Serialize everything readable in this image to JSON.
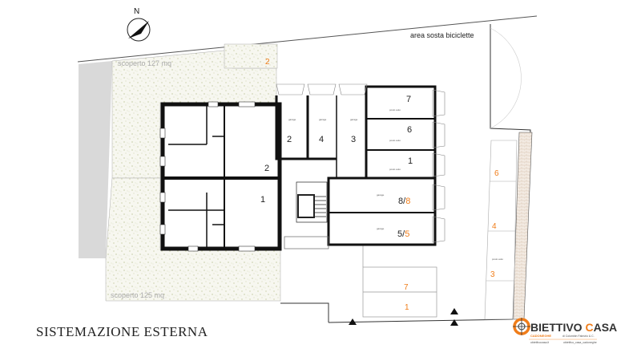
{
  "title": "SISTEMAZIONE ESTERNA",
  "north_label": "N",
  "area_bici": "area sosta biciclette",
  "scoperto_top": "scoperto 127 mq",
  "scoperto_bottom": "scoperto 125 mq",
  "unit_labels": {
    "u1": "1",
    "u2": "2"
  },
  "garages": {
    "g2": "2",
    "g4": "4",
    "g3": "3",
    "g7": "7",
    "g6": "6",
    "g1": "1",
    "g8": "8",
    "g8o": "8",
    "g5": "5",
    "g5o": "5",
    "sep": "/"
  },
  "garage_small_text": {
    "garage": "garage",
    "posto": "posto auto"
  },
  "orange_labels": {
    "o2": "2",
    "o6": "6",
    "o4": "4",
    "o3": "3",
    "o7": "7",
    "o1": "1"
  },
  "logo": {
    "name_a": "BIETTIVO ",
    "name_c": "C",
    "name_b": "ASA",
    "sub": "CADONEGHE",
    "owner": "di Colombin Fabrizio & C.",
    "site": "obiettivocasa.it",
    "social": "obiettivo_casa_cadoneghe"
  },
  "colors": {
    "accent": "#f07d1a",
    "wall": "#111111",
    "speckle": "#b6bf8a"
  }
}
